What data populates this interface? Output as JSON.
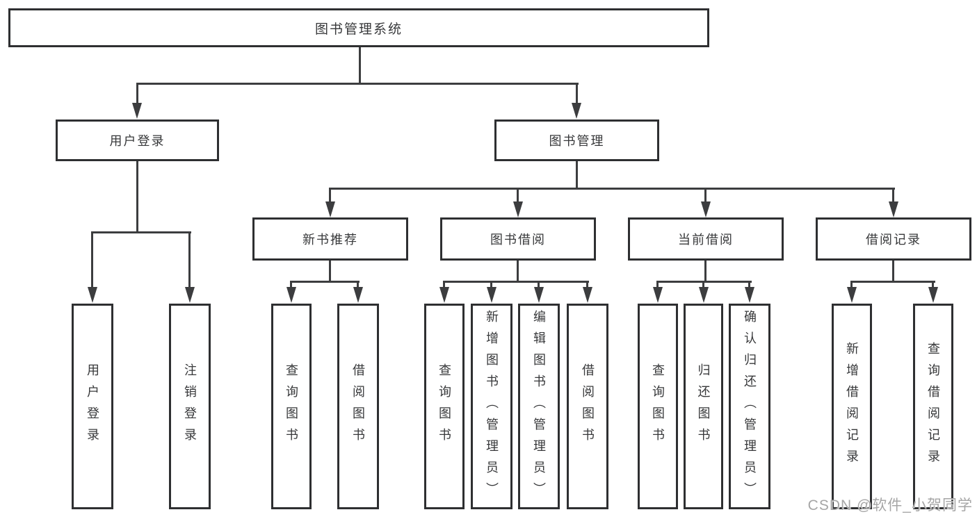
{
  "colors": {
    "background": "#ffffff",
    "box_border": "#2e2f31",
    "line": "#3c3d3f",
    "text": "#37383a",
    "watermark": "#a6a6a6"
  },
  "tree": {
    "root": {
      "label": "图书管理系统"
    },
    "branches": [
      {
        "label": "用户登录",
        "children": [
          {
            "label": "用户登录"
          },
          {
            "label": "注销登录"
          }
        ]
      },
      {
        "label": "图书管理",
        "groups": [
          {
            "label": "新书推荐",
            "children": [
              {
                "label": "查询图书"
              },
              {
                "label": "借阅图书"
              }
            ]
          },
          {
            "label": "图书借阅",
            "children": [
              {
                "label": "查询图书"
              },
              {
                "label": "新增图书（管理员）"
              },
              {
                "label": "编辑图书（管理员）"
              },
              {
                "label": "借阅图书"
              }
            ]
          },
          {
            "label": "当前借阅",
            "children": [
              {
                "label": "查询图书"
              },
              {
                "label": "归还图书"
              },
              {
                "label": "确认归还（管理员）"
              }
            ]
          },
          {
            "label": "借阅记录",
            "children": [
              {
                "label": "新增借阅记录"
              },
              {
                "label": "查询借阅记录"
              }
            ]
          }
        ]
      }
    ]
  },
  "watermark": {
    "text": "CSDN @软件_小贺同学"
  }
}
